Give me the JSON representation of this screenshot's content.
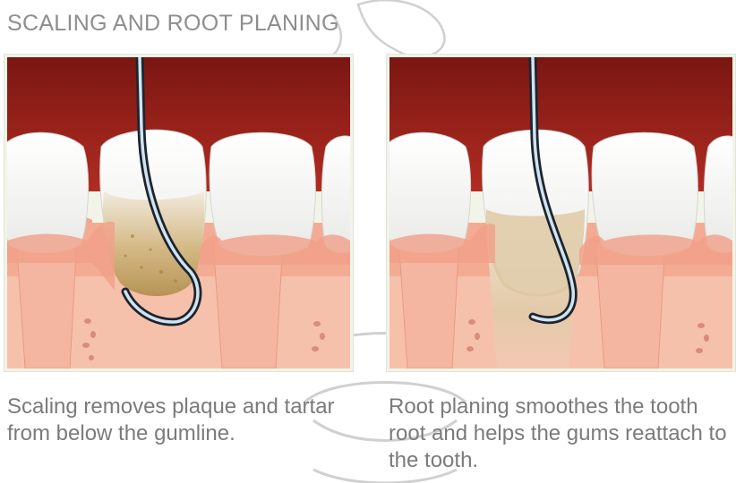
{
  "title": "SCALING AND ROOT PLANING",
  "panels": [
    {
      "step": "Scaling",
      "caption": "Scaling removes plaque and tartar from below the gumline."
    },
    {
      "step": "Root planing",
      "caption": "Root planing smoothes the tooth root and helps the gums reattach to the tooth."
    }
  ],
  "colors": {
    "gum_top": "#8a1e19",
    "gum_tissue": "#f2a48c",
    "bone": "#f7c7b2",
    "enamel": "#f6f6f4",
    "tartar": "#c6a56a",
    "text": "#7b7b7b",
    "title": "#8e8e8e",
    "watermark": "#c9c9c9"
  }
}
